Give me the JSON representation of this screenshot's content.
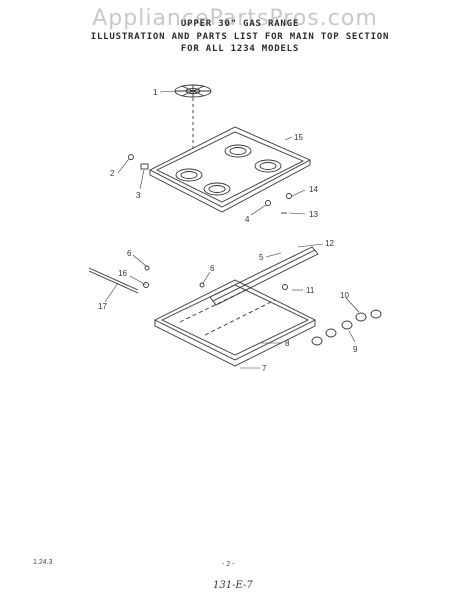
{
  "watermark": "AppliancePartsPros.com",
  "header": {
    "line1": "UPPER 30\" GAS RANGE",
    "line2": "ILLUSTRATION AND PARTS LIST FOR MAIN TOP SECTION",
    "line3": "FOR ALL 1234 MODELS"
  },
  "callouts": [
    "1",
    "2",
    "3",
    "4",
    "5",
    "6",
    "6",
    "7",
    "8",
    "9",
    "10",
    "11",
    "12",
    "13",
    "14",
    "15",
    "16",
    "17"
  ],
  "footer": {
    "left": "1.24.3",
    "page": "- 2 -",
    "handwritten": "131-E-7"
  },
  "colors": {
    "ink": "#333333",
    "watermark": "#c9c9c9",
    "paper": "#ffffff"
  }
}
